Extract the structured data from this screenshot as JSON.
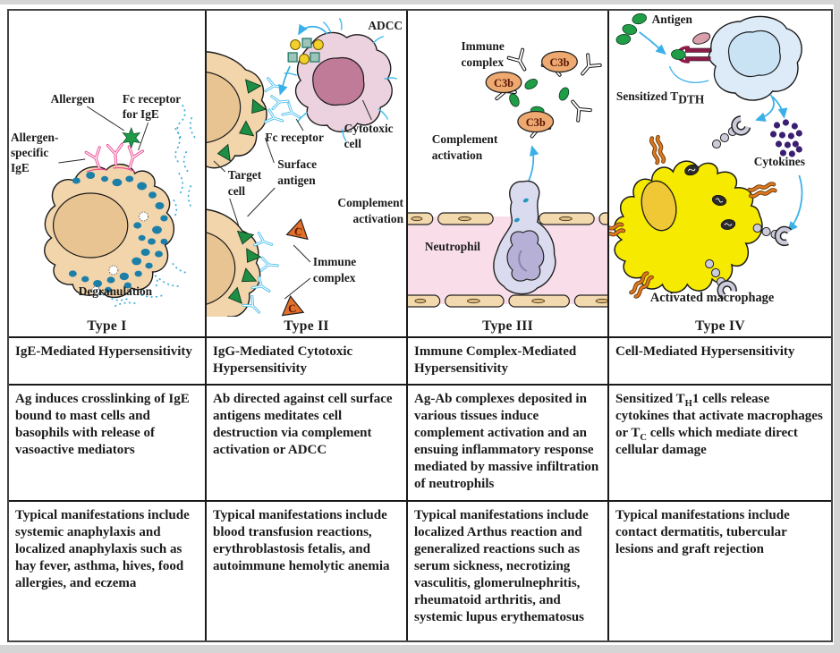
{
  "figure": {
    "columns": [
      {
        "type_label": "Type I",
        "title": "IgE-Mediated Hypersensitivity",
        "mechanism": "Ag induces crosslinking of IgE bound to mast cells and basophils with release of vasoactive mediators",
        "manifestations": "Typical manifestations include systemic anaphylaxis and localized anaphylaxis such as hay fever, asthma, hives, food allergies, and eczema"
      },
      {
        "type_label": "Type II",
        "title": "IgG-Mediated Cytotoxic Hypersensitivity",
        "mechanism": "Ab directed against cell surface antigens meditates cell destruction via complement activation or ADCC",
        "manifestations": "Typical manifestations include blood transfusion reactions, erythroblastosis fetalis, and autoimmune hemolytic anemia"
      },
      {
        "type_label": "Type III",
        "title": "Immune Complex-Mediated Hypersensitivity",
        "mechanism": "Ag-Ab complexes deposited in various tissues induce complement activation and an ensuing inflammatory response mediated by massive infiltration of neutrophils",
        "manifestations": "Typical manifestations include localized Arthus reaction and generalized reactions such as serum sickness, necrotizing vasculitis, glomerulnephritis, rheumatoid arthritis, and systemic lupus erythematosus"
      },
      {
        "type_label": "Type IV",
        "title": "Cell-Mediated Hypersensitivity",
        "mechanism_segments": [
          {
            "t": "Sensitized T"
          },
          {
            "t": "H",
            "sub": true
          },
          {
            "t": "1 cells release cytokines that activate macrophages or T"
          },
          {
            "t": "C",
            "sub": true
          },
          {
            "t": " cells which mediate direct cellular damage"
          }
        ],
        "manifestations": "Typical manifestations include contact dermatitis, tubercular lesions and graft rejection"
      }
    ],
    "diagram1": {
      "allergen": "Allergen",
      "fc_receptor_line1": "Fc receptor",
      "fc_receptor_line2": "for IgE",
      "allergen_specific_line1": "Allergen-",
      "allergen_specific_line2": "specific",
      "allergen_specific_line3": "IgE",
      "degranulation": "Degranulation"
    },
    "diagram2": {
      "adcc": "ADCC",
      "fc_receptor": "Fc receptor",
      "cytotoxic_line1": "Cytotoxic",
      "cytotoxic_line2": "cell",
      "surface_line1": "Surface",
      "surface_line2": "antigen",
      "target_line1": "Target",
      "target_line2": "cell",
      "complement_line1": "Complement",
      "complement_line2": "activation",
      "immune_line1": "Immune",
      "immune_line2": "complex",
      "complement_c": "C"
    },
    "diagram3": {
      "immune_line1": "Immune",
      "immune_line2": "complex",
      "c3b": "C3b",
      "complement_line1": "Complement",
      "complement_line2": "activation",
      "neutrophil": "Neutrophil"
    },
    "diagram4": {
      "antigen": "Antigen",
      "sensitized": "Sensitized T",
      "sensitized_sub": "DTH",
      "cytokines": "Cytokines",
      "activated_macrophage": "Activated macrophage"
    },
    "colors": {
      "mast_cell_tan": "#f2d5ab",
      "granule_blue": "#1c7fa8",
      "ige_pink": "#ee4d96",
      "allergen_green": "#1e9a49",
      "speckle_blue": "#3faedc",
      "cytotoxic_cell_pink": "#ebd2de",
      "cytotoxic_nucleus": "#bf7b97",
      "surface_antigen_green": "#1e8e44",
      "antibody_light_blue": "#49beec",
      "complement_orange": "#e2702a",
      "c3b_fill": "#eda96f",
      "vessel_pink": "#f9dee9",
      "endothelium_tan": "#f3d9ae",
      "neutrophil_body": "#dadbee",
      "neutrophil_nucleus": "#b7b0d6",
      "tcell_body": "#dcebf7",
      "tcr_maroon": "#8e1a4a",
      "cytokine_purple": "#3a1e71",
      "macrophage_yellow": "#f6ea00",
      "macrophage_nucleus": "#f0c835",
      "receptor_orange": "#e0791f",
      "bead_gray": "#cbcbdb",
      "arrow_blue": "#3bb0e8"
    }
  }
}
